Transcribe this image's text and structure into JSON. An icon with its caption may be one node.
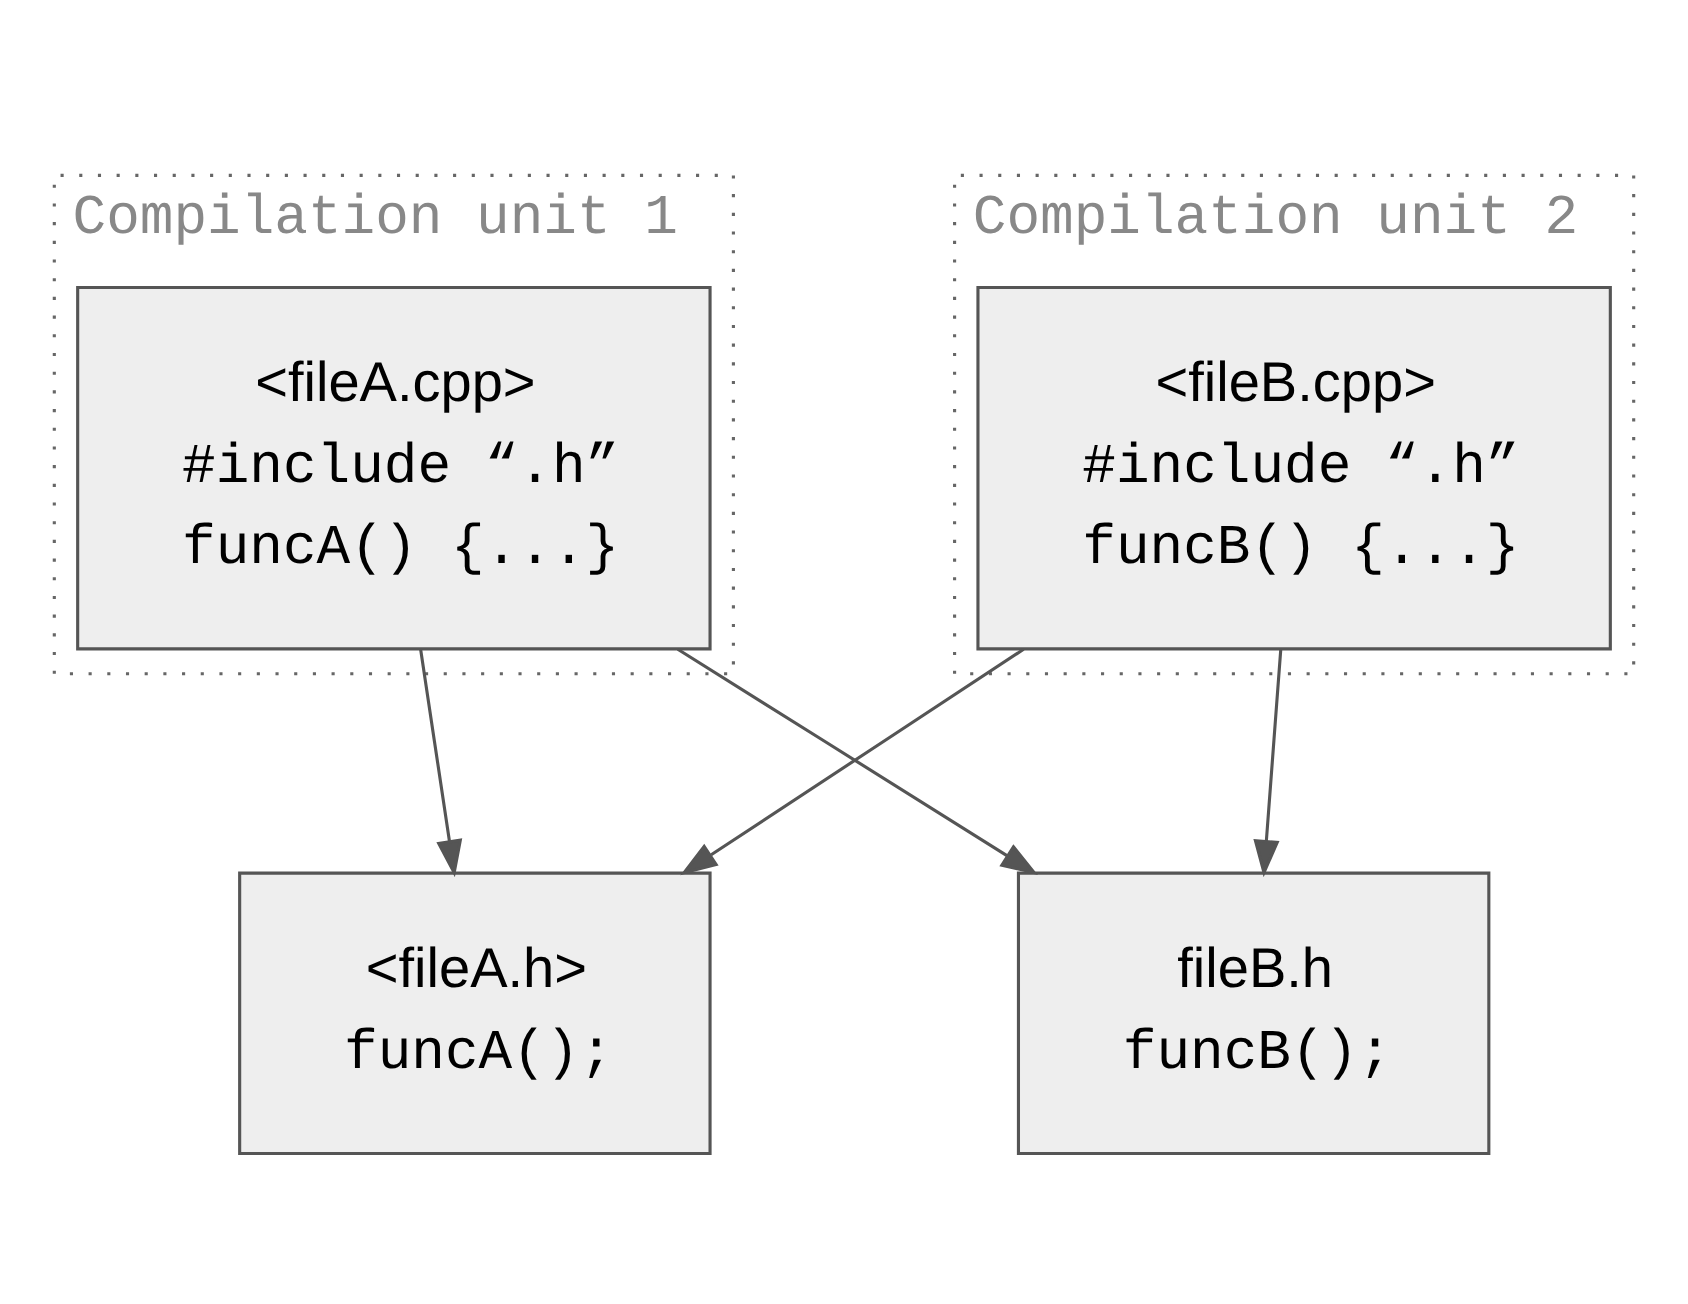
{
  "diagram": {
    "nodes": [
      {
        "text": [
          "Compilation unit 1"
        ]
      },
      {
        "text": [
          "Compilation unit 2"
        ]
      },
      {
        "text": [
          "<fileA.cpp>",
          "#include “.h”",
          "funcA() {...}"
        ],
        "in": 0
      },
      {
        "text": [
          "<fileB.cpp>",
          "#include “.h”",
          "funcB() {...}"
        ],
        "in": 1
      },
      {
        "text": [
          "<fileA.h>",
          "funcA();"
        ]
      },
      {
        "text": [
          "fileB.h",
          "funcB();"
        ]
      }
    ],
    "edges": [
      {
        "from": 2,
        "to": 4,
        "arrow": "to"
      },
      {
        "from": 2,
        "to": 5,
        "arrow": "to"
      },
      {
        "from": 3,
        "to": 4,
        "arrow": "to"
      },
      {
        "from": 3,
        "to": 5,
        "arrow": "to"
      }
    ]
  }
}
